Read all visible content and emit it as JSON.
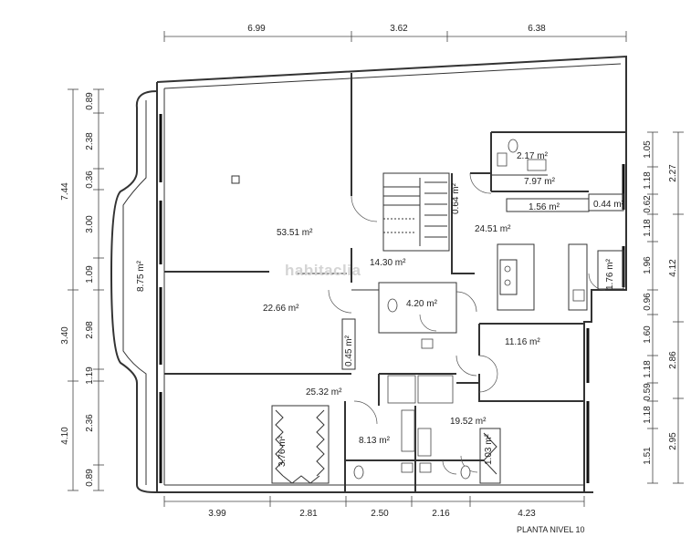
{
  "dimensions": {
    "top": [
      "6.99",
      "3.62",
      "6.38"
    ],
    "bottom": [
      "3.99",
      "2.81",
      "2.50",
      "2.16",
      "4.23"
    ],
    "left_outer": [
      "7.44",
      "3.40",
      "4.10"
    ],
    "left_inner": [
      "0.89",
      "2.38",
      "0.36",
      "3.00",
      "1.09",
      "2.98",
      "1.19",
      "2.36",
      "0.89"
    ],
    "right_inner": [
      "1.05",
      "1.18",
      "0.62",
      "1.18",
      "1.96",
      "0.96",
      "1.60",
      "1.18",
      "0.59",
      "1.18",
      "1.51"
    ],
    "right_outer": [
      "2.27",
      "4.12",
      "2.86",
      "2.95"
    ]
  },
  "rooms": [
    {
      "label": "53.51 m²"
    },
    {
      "label": "14.30 m²"
    },
    {
      "label": "22.66 m²"
    },
    {
      "label": "8.75 m²"
    },
    {
      "label": "4.20 m²"
    },
    {
      "label": "24.51 m²"
    },
    {
      "label": "7.97 m²"
    },
    {
      "label": "2.17 m²"
    },
    {
      "label": "1.56 m²"
    },
    {
      "label": "0.44 m²"
    },
    {
      "label": "0.64 m²"
    },
    {
      "label": "1.76 m²"
    },
    {
      "label": "11.16 m²"
    },
    {
      "label": "0.45 m²"
    },
    {
      "label": "25.32 m²"
    },
    {
      "label": "19.52 m²"
    },
    {
      "label": "8.13 m²"
    },
    {
      "label": "3.76 m²"
    },
    {
      "label": "1.03 m²"
    }
  ],
  "watermark": "habitaclia",
  "plan_title": "PLANTA NIVEL 10"
}
